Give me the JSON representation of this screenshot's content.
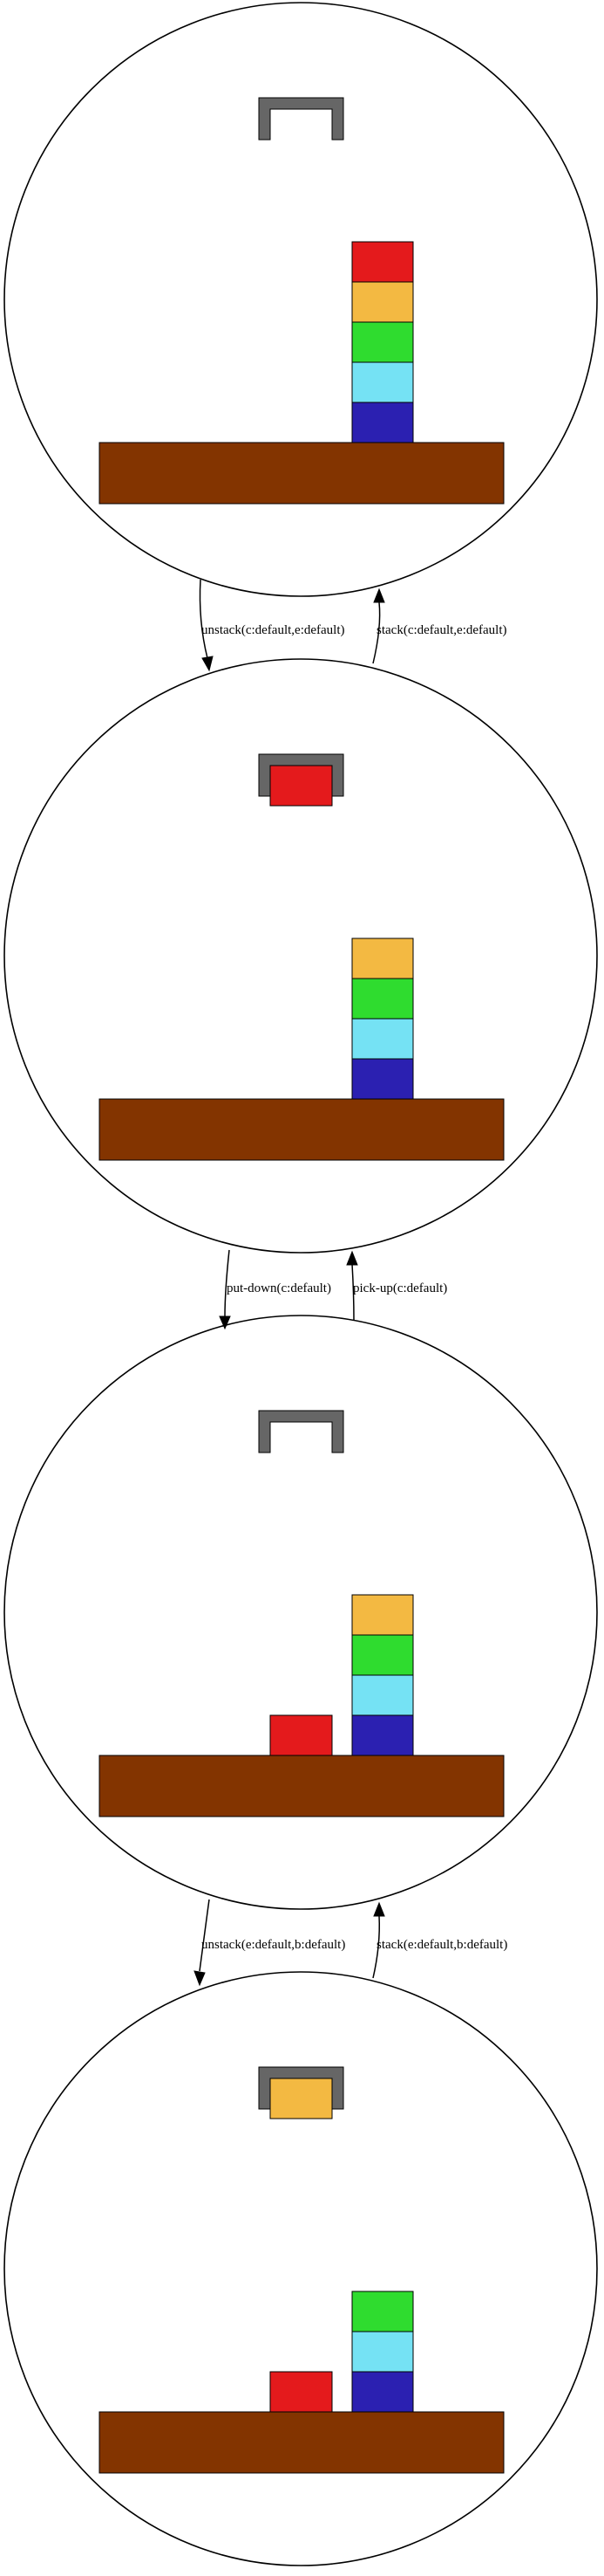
{
  "colors": {
    "table": "#833400",
    "gripper": "#666666",
    "red": "#e41a1c",
    "orange": "#f3b942",
    "green": "#2fdc2f",
    "cyan": "#75e2f4",
    "blue": "#2b20b1"
  },
  "states": [
    {
      "holding": null,
      "stack": [
        "blue",
        "cyan",
        "green",
        "orange",
        "red"
      ],
      "loose": []
    },
    {
      "holding": "red",
      "stack": [
        "blue",
        "cyan",
        "green",
        "orange"
      ],
      "loose": []
    },
    {
      "holding": null,
      "stack": [
        "blue",
        "cyan",
        "green",
        "orange"
      ],
      "loose": [
        "red"
      ]
    },
    {
      "holding": "orange",
      "stack": [
        "blue",
        "cyan",
        "green"
      ],
      "loose": [
        "red"
      ]
    }
  ],
  "transitions": [
    {
      "down_label": "unstack(c:default,e:default)",
      "up_label": "stack(c:default,e:default)"
    },
    {
      "down_label": "put-down(c:default)",
      "up_label": "pick-up(c:default)"
    },
    {
      "down_label": "unstack(e:default,b:default)",
      "up_label": "stack(e:default,b:default)"
    }
  ]
}
